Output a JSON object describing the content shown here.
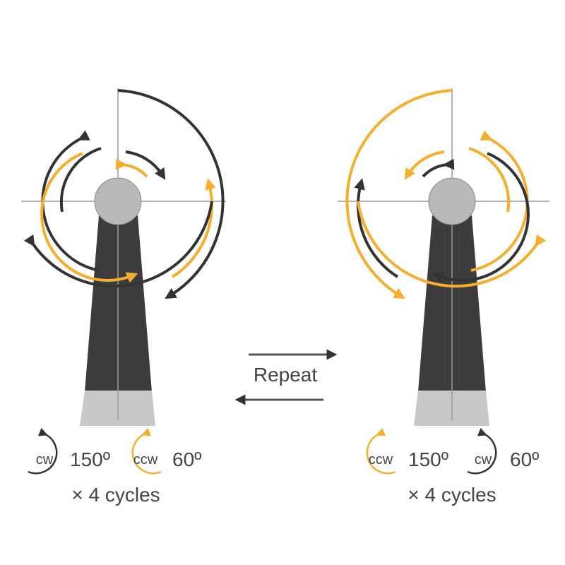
{
  "colors": {
    "dark": "#333333",
    "accent": "#f5ae2d",
    "guide": "#999999",
    "handle": "#3c3c3c",
    "handle_tip": "#c8c8c8",
    "hub": "#b9b9b9",
    "text": "#444444"
  },
  "center": {
    "repeat_label": "Repeat"
  },
  "left_sequence": {
    "step1": {
      "direction": "cw",
      "angle": "150º"
    },
    "step2": {
      "direction": "ccw",
      "angle": "60º"
    },
    "cycles": "× 4 cycles"
  },
  "right_sequence": {
    "step1": {
      "direction": "ccw",
      "angle": "150º"
    },
    "step2": {
      "direction": "cw",
      "angle": "60º"
    },
    "cycles": "× 4 cycles"
  }
}
